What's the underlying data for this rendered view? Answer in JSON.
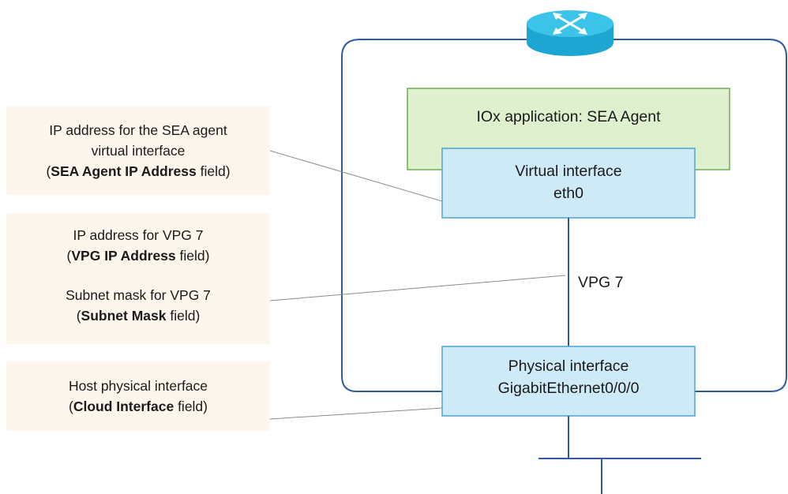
{
  "router": {
    "icon": "router-icon",
    "color": "#2fb8e0"
  },
  "colors": {
    "host_frame": "#2f5ba5",
    "app_fill": "#dff0cf",
    "app_stroke": "#6fae4e",
    "interface_fill": "#cfeaf7",
    "interface_stroke": "#4aa3cf",
    "callout_fill": "#fdf6ec",
    "leader_line": "#8a8a8a"
  },
  "app": {
    "label": "IOx application: SEA Agent"
  },
  "virtual_interface": {
    "line1": "Virtual interface",
    "line2": "eth0"
  },
  "vpg": {
    "label": "VPG 7"
  },
  "physical_interface": {
    "line1": "Physical interface",
    "line2": "GigabitEthernet0/0/0"
  },
  "callouts": {
    "sea_agent_ip": {
      "line1": "IP address for the SEA agent",
      "line2": "virtual interface",
      "open_paren": "(",
      "field": "SEA Agent IP Address",
      "suffix": " field)"
    },
    "vpg_ip": {
      "line1": "IP address for VPG 7",
      "open_paren": "(",
      "field": "VPG IP Address",
      "suffix": " field)"
    },
    "subnet_mask": {
      "line1": "Subnet mask for VPG 7",
      "open_paren": "(",
      "field": "Subnet Mask",
      "suffix": " field)"
    },
    "cloud_interface": {
      "line1": "Host physical interface",
      "open_paren": "(",
      "field": "Cloud Interface",
      "suffix": " field)"
    }
  }
}
